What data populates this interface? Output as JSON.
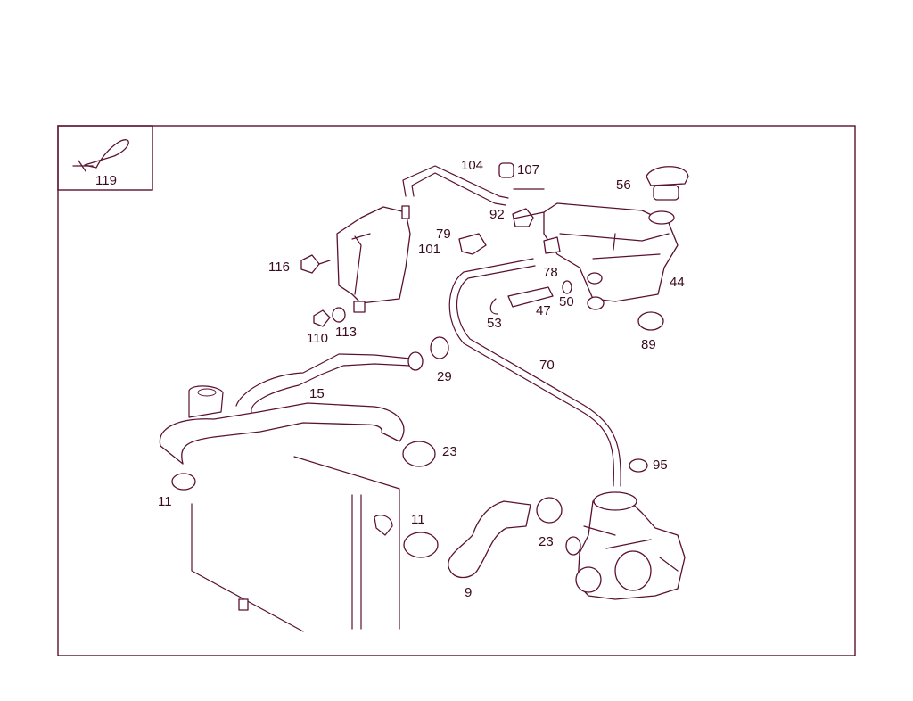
{
  "inset": {
    "label": "119"
  },
  "labels": {
    "p104": "104",
    "p107": "107",
    "p56": "56",
    "p92": "92",
    "p79": "79",
    "p101": "101",
    "p116": "116",
    "p78": "78",
    "p44": "44",
    "p53": "53",
    "p47": "47",
    "p50": "50",
    "p110": "110",
    "p113": "113",
    "p89": "89",
    "p70": "70",
    "p29": "29",
    "p15": "15",
    "p23a": "23",
    "p11a": "11",
    "p95": "95",
    "p11b": "11",
    "p23b": "23",
    "p9": "9"
  },
  "colors": {
    "line": "#5a1030",
    "text": "#3a0a1e",
    "background": "#ffffff"
  }
}
